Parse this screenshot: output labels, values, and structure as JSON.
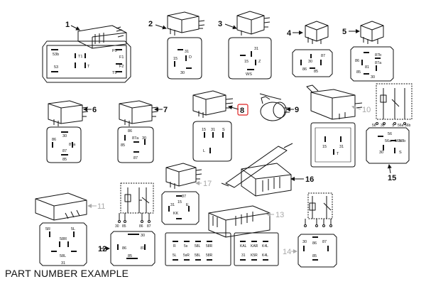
{
  "caption": "PART NUMBER EXAMPLE",
  "items": [
    {
      "number": "1",
      "pins": [
        "53b",
        "53",
        "T1",
        "T",
        "P5",
        "F1",
        "F2",
        "T5"
      ]
    },
    {
      "number": "2",
      "pins": [
        "31",
        "15",
        "30",
        "D"
      ]
    },
    {
      "number": "3",
      "pins": [
        "15",
        "31",
        "Z",
        "WS"
      ]
    },
    {
      "number": "4",
      "pins": [
        "30",
        "85",
        "86",
        "87"
      ]
    },
    {
      "number": "5",
      "pins": [
        "87b",
        "87a",
        "86",
        "81",
        "85",
        "30"
      ]
    },
    {
      "number": "6",
      "pins": [
        "30",
        "86",
        "87a",
        "87",
        "85"
      ]
    },
    {
      "number": "7",
      "pins": [
        "86",
        "85",
        "87a",
        "30",
        "87"
      ]
    },
    {
      "number": "8",
      "pins": [
        "15",
        "31",
        "S",
        "L"
      ]
    },
    {
      "number": "9",
      "pins": []
    },
    {
      "number": "10",
      "pins": [
        "15",
        "31",
        "T"
      ]
    },
    {
      "number": "11",
      "pins": [
        "5R",
        "5L",
        "58R",
        "58L",
        "31"
      ]
    },
    {
      "number": "12",
      "pins": [
        "30",
        "86",
        "87",
        "85"
      ]
    },
    {
      "number": "13",
      "pins": [
        "R",
        "5s",
        "58L",
        "58R",
        "5L",
        "5sR",
        "58L",
        "58R",
        "KAL",
        "KAR",
        "K4L",
        "31",
        "K5R",
        "K4L"
      ]
    },
    {
      "number": "14",
      "pins": [
        "30",
        "86",
        "87",
        "85"
      ]
    },
    {
      "number": "15",
      "pins": [
        "56",
        "56a",
        "56b",
        "30",
        "S",
        "58b"
      ]
    },
    {
      "number": "16",
      "pins": []
    },
    {
      "number": "17",
      "pins": [
        "15",
        "31",
        "E",
        "KK",
        "87"
      ]
    }
  ],
  "schematics": {
    "left_relay": [
      "30",
      "85",
      "86",
      "87"
    ],
    "right_top": [
      "56",
      "30",
      "S",
      "56a",
      "56b"
    ]
  }
}
